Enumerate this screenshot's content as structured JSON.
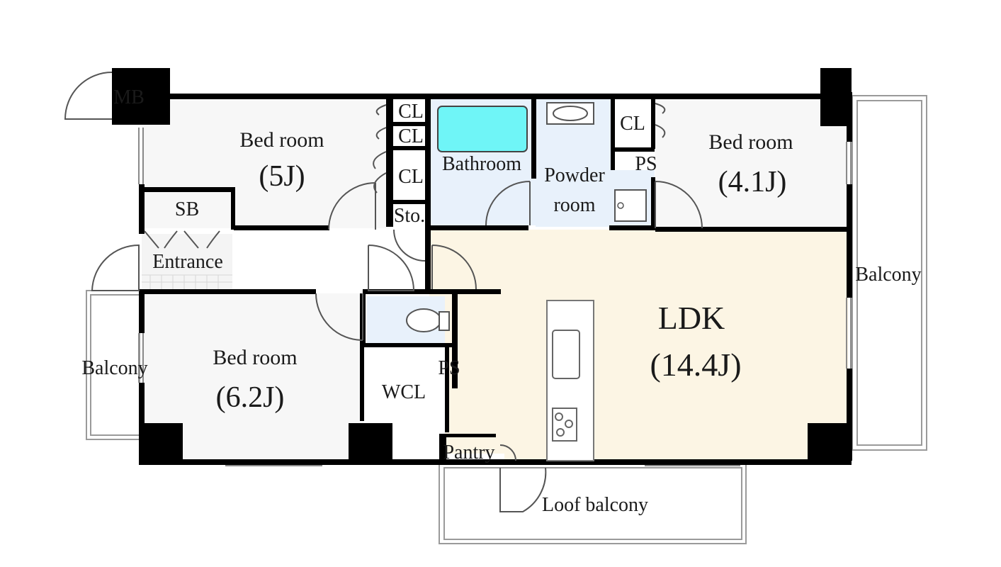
{
  "colors": {
    "wall": "#000000",
    "room_fill": "#f7f7f7",
    "wet_fill": "#e8f1fb",
    "ldk_fill": "#fcf5e4",
    "tub": "#6ff5f7",
    "balcony_line": "#9a9a9a"
  },
  "rooms": {
    "bed1": {
      "name": "Bed room",
      "size": "(5J)"
    },
    "bed2": {
      "name": "Bed room",
      "size": "(4.1J)"
    },
    "bed3": {
      "name": "Bed room",
      "size": "(6.2J)"
    },
    "ldk": {
      "name": "LDK",
      "size": "(14.4J)"
    },
    "bathroom": "Bathroom",
    "powder_line1": "Powder",
    "powder_line2": "room",
    "entrance": "Entrance",
    "sb": "SB",
    "mb": "MB",
    "sto": "Sto.",
    "wcl": "WCL",
    "pantry": "Pantry",
    "cl": [
      "CL",
      "CL",
      "CL",
      "CL"
    ],
    "ps": [
      "PS",
      "PS"
    ]
  },
  "balconies": {
    "left": "Balcony",
    "right": "Balcony",
    "loof": "Loof balcony"
  }
}
